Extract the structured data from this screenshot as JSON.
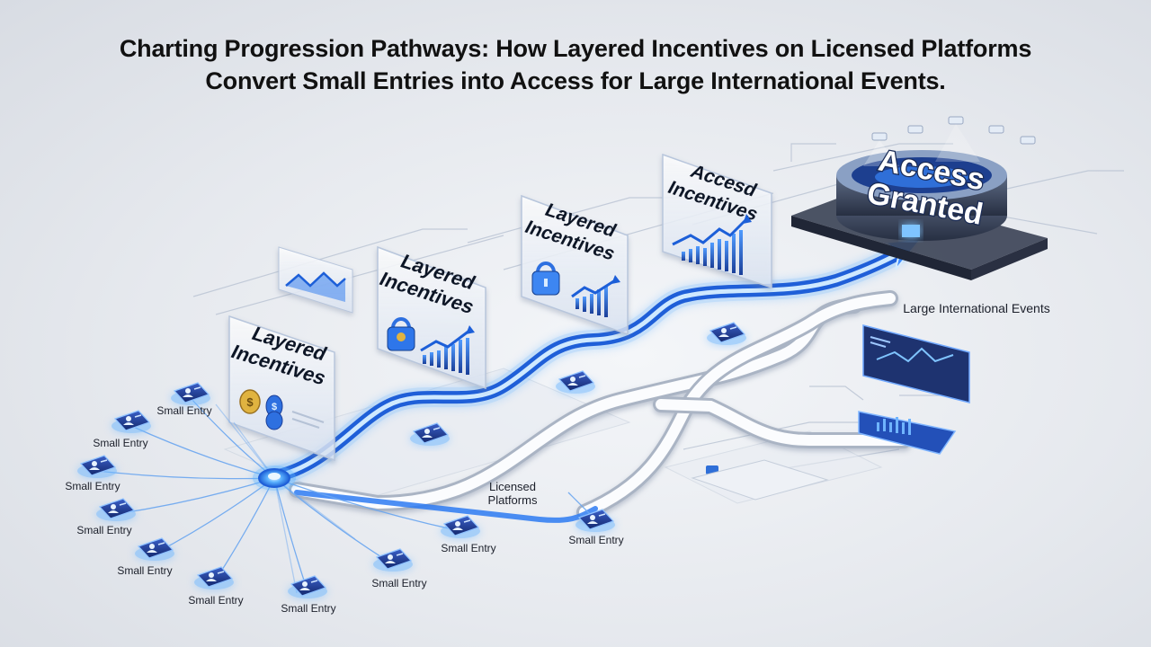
{
  "title": {
    "line1": "Charting Progression Pathways: How Layered Incentives on Licensed Platforms",
    "line2": "Convert Small Entries into Access for Large International Events."
  },
  "panels": [
    {
      "line1": "Layered",
      "line2": "Incentives"
    },
    {
      "line1": "Layered",
      "line2": "Incentives"
    },
    {
      "line1": "Layered",
      "line2": "Incentives"
    },
    {
      "line1": "Accesd",
      "line2": "Incentives"
    }
  ],
  "destination": {
    "sign_line1": "Access",
    "sign_line2": "Granted",
    "label": "Large International Events"
  },
  "platform_label": {
    "line1": "Licensed",
    "line2": "Platforms"
  },
  "small_entry_label": "Small Entry",
  "small_entries": [
    "Small Entry",
    "Small Entry",
    "Small Entry",
    "Small Entry",
    "Small Entry",
    "Small Entry",
    "Small Entry",
    "Small Entry",
    "Small Entry",
    "Small Entry",
    "Small Entry"
  ],
  "icons": {
    "entry": "user-card-icon",
    "coin": "coin-icon",
    "lock": "padlock-icon",
    "trend": "trend-chart-icon",
    "stadium": "stadium-icon"
  },
  "colors": {
    "accent": "#2f7df6",
    "glow": "#7fc4ff",
    "card": "#1f3c8f",
    "road": "#f7f9fc"
  }
}
